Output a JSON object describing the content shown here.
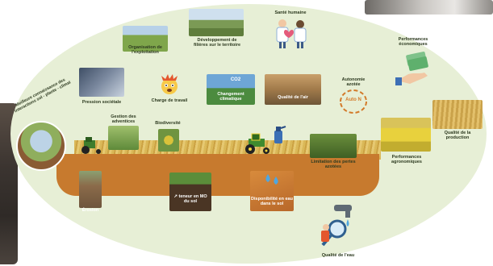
{
  "diagram": {
    "labels": {
      "meilleure_connaissance": "Meilleure connaissance des interactions sol - plante - climat",
      "organisation": "Organisation de l'exploitation",
      "developpement_filieres": "Développement de filières sur le territoire",
      "sante_humaine": "Santé humaine",
      "performances_economiques": "Performances économiques",
      "pression_societale": "Pression sociétale",
      "charge_travail": "Charge de travail",
      "changement_climatique": "Changement climatique",
      "qualite_air": "Qualité de l'air",
      "autonomie_azotee": "Autonomie azotée",
      "autonomie_badge": "Auto N",
      "co2": "CO2",
      "qualite_production": "Qualité de la production",
      "gestion_adventices": "Gestion des adventices",
      "biodiversite": "Biodiversité",
      "performances_agronomiques": "Performances agronomiques",
      "limitation_pertes": "Limitation des pertes azotées",
      "erosion": "Érosion",
      "teneur_mo": "↗ teneur en MO du sol",
      "disponibilite_eau": "Disponibilité en eau dans le sol",
      "qualite_eau": "Qualité de l'eau"
    }
  },
  "colors": {
    "oval_background": "#e7efd6",
    "soil": "#c77a2e",
    "wheat": "#d9b24a",
    "label_text": "#2d3a20"
  }
}
